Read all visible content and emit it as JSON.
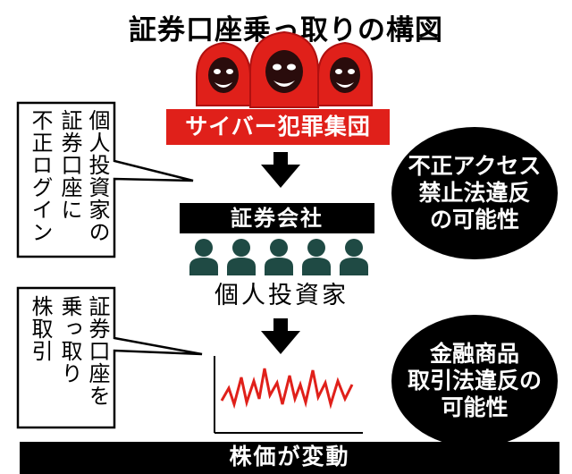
{
  "title": "証券口座乗っ取りの構図",
  "hackers": {
    "label": "サイバー犯罪集団"
  },
  "company": {
    "label": "証券会社"
  },
  "investors": {
    "label": "個人投資家"
  },
  "stock": {
    "label": "株価が変動"
  },
  "callout_login": {
    "columns": [
      "個人投資家の",
      "証券口座に",
      "不正ログイン"
    ]
  },
  "callout_takeover": {
    "columns": [
      "証券口座を",
      "乗っ取り",
      "株取引"
    ]
  },
  "law_access": {
    "lines": [
      "不正アクセス",
      "禁止法違反",
      "の可能性"
    ]
  },
  "law_finance": {
    "lines": [
      "金融商品",
      "取引法違反の",
      "可能性"
    ]
  },
  "colors": {
    "red": "#e0201a",
    "investor": "#1f4a44",
    "black": "#000000"
  }
}
